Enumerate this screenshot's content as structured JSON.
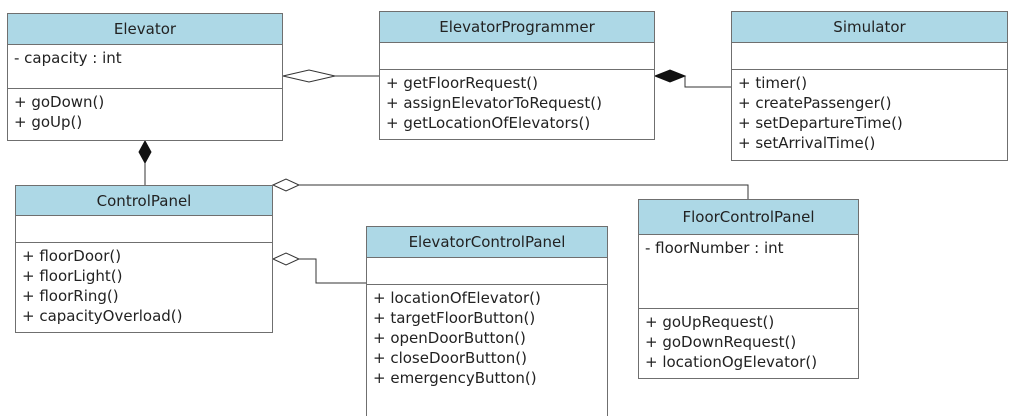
{
  "classes": {
    "elevator": {
      "name": "Elevator",
      "attributes": [
        "- capacity : int"
      ],
      "operations": [
        "+ goDown()",
        "+ goUp()"
      ]
    },
    "elevator_programmer": {
      "name": "ElevatorProgrammer",
      "attributes": [],
      "operations": [
        "+ getFloorRequest()",
        "+ assignElevatorToRequest()",
        "+ getLocationOfElevators()"
      ]
    },
    "simulator": {
      "name": "Simulator",
      "attributes": [],
      "operations": [
        "+ timer()",
        "+ createPassenger()",
        "+ setDepartureTime()",
        "+ setArrivalTime()"
      ]
    },
    "control_panel": {
      "name": "ControlPanel",
      "attributes": [],
      "operations": [
        "+ floorDoor()",
        "+ floorLight()",
        "+ floorRing()",
        "+ capacityOverload()"
      ]
    },
    "elevator_control_panel": {
      "name": "ElevatorControlPanel",
      "attributes": [],
      "operations": [
        "+ locationOfElevator()",
        "+ targetFloorButton()",
        "+ openDoorButton()",
        "+ closeDoorButton()",
        "+ emergencyButton()"
      ]
    },
    "floor_control_panel": {
      "name": "FloorControlPanel",
      "attributes": [
        "- floorNumber : int"
      ],
      "operations": [
        "+ goUpRequest()",
        "+ goDownRequest()",
        "+ locationOgElevator()"
      ]
    }
  },
  "relationships": [
    {
      "from": "ElevatorProgrammer",
      "to": "Elevator",
      "kind": "aggregation"
    },
    {
      "from": "Simulator",
      "to": "ElevatorProgrammer",
      "kind": "composition"
    },
    {
      "from": "ControlPanel",
      "to": "Elevator",
      "kind": "composition"
    },
    {
      "from": "FloorControlPanel",
      "to": "ControlPanel",
      "kind": "aggregation"
    },
    {
      "from": "ElevatorControlPanel",
      "to": "ControlPanel",
      "kind": "aggregation"
    }
  ]
}
